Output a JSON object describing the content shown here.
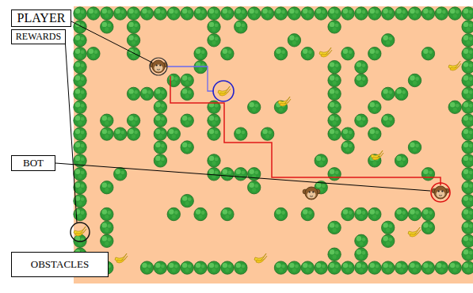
{
  "diagram": {
    "nodes": [
      {
        "text": [
          "PLAYER"
        ]
      },
      {
        "text": [
          "REWARDS"
        ]
      },
      {
        "text": [
          "BOT"
        ]
      },
      {
        "text": [
          "OBSTACLES"
        ]
      }
    ]
  }
}
